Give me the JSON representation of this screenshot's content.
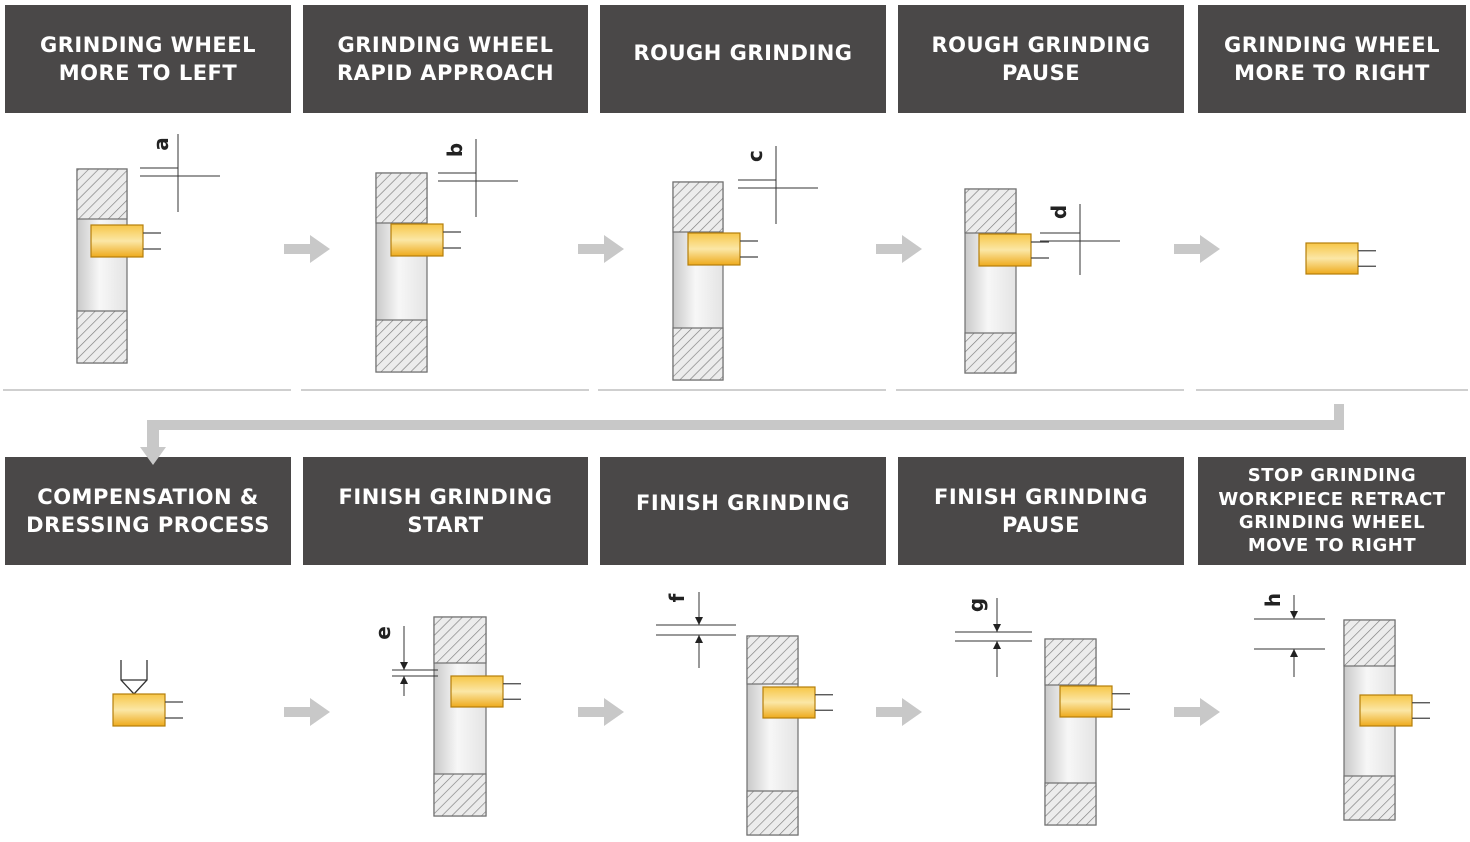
{
  "steps": [
    {
      "lines": [
        "GRINDING WHEEL",
        "MORE TO LEFT"
      ],
      "dim": "a"
    },
    {
      "lines": [
        "GRINDING WHEEL",
        "RAPID APPROACH"
      ],
      "dim": "b"
    },
    {
      "lines": [
        "ROUGH GRINDING"
      ],
      "dim": "c"
    },
    {
      "lines": [
        "ROUGH GRINDING",
        "PAUSE"
      ],
      "dim": "d"
    },
    {
      "lines": [
        "GRINDING WHEEL",
        "MORE TO RIGHT"
      ],
      "dim": ""
    },
    {
      "lines": [
        "COMPENSATION &",
        "DRESSING PROCESS"
      ],
      "dim": ""
    },
    {
      "lines": [
        "FINISH GRINDING",
        "START"
      ],
      "dim": "e"
    },
    {
      "lines": [
        "FINISH GRINDING"
      ],
      "dim": "f"
    },
    {
      "lines": [
        "FINISH GRINDING",
        "PAUSE"
      ],
      "dim": "g"
    },
    {
      "lines": [
        "STOP GRINDING",
        "WORKPIECE RETRACT",
        "GRINDING WHEEL",
        "MOVE TO RIGHT"
      ],
      "dim": "h"
    }
  ],
  "colors": {
    "header_bg": "#4a4848",
    "header_text": "#ffffff",
    "workpiece_fill": "#f2b626",
    "arrow": "#c8c8c8",
    "separator": "#cfcfcf"
  },
  "icons": [
    "right-arrow-icon",
    "flow-return-arrow-icon",
    "dressing-tool-icon"
  ]
}
